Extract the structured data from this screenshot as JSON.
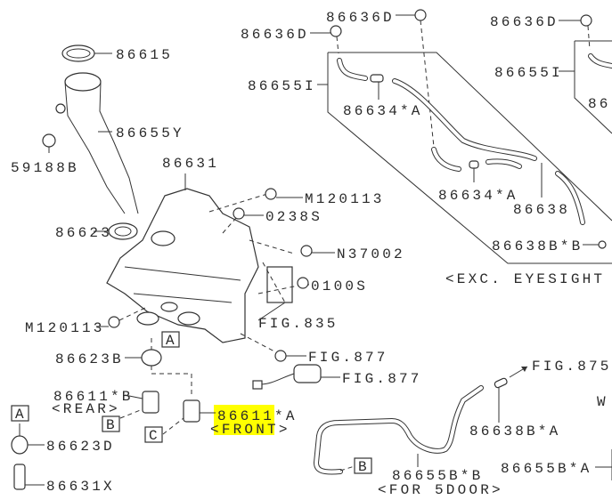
{
  "highlight_color": "#ffff00",
  "labels": {
    "l86615": "86615",
    "l86655Y": "86655Y",
    "l59188B": "59188B",
    "l86631": "86631",
    "l86623": "86623",
    "lM120113a": "M120113",
    "l0238S": "0238S",
    "lN37002": "N37002",
    "l0100S": "0100S",
    "lFIG835": "FIG.835",
    "lM120113b": "M120113",
    "l86623B": "86623B",
    "lFIG877a": "FIG.877",
    "lFIG877b": "FIG.877",
    "l86611B": "86611*B",
    "lREAR": "<REAR>",
    "l86611A_num": "86611",
    "l86611A_suffix": "*A",
    "lFRONT_open": "<",
    "lFRONT": "FRONT",
    "lFRONT_close": ">",
    "l86623D": "86623D",
    "l86631X": "86631X",
    "l86636D_a": "86636D",
    "l86636D_b": "86636D",
    "l86636D_c": "86636D",
    "l86655I_a": "86655I",
    "l86655I_b": "86655I",
    "l86634A_a": "86634*A",
    "l86634A_b": "86634*A",
    "l86638": "86638",
    "l86638BB": "86638B*B",
    "lEXC": "<EXC. EYESIGHT",
    "lFIG875": "FIG.875-",
    "lW": "W",
    "l86638BA": "86638B*A",
    "l86655BB": "86655B*B",
    "lFOR5DOOR": "<FOR 5DOOR>",
    "l86655BA": "86655B*A",
    "l86partial": "86"
  },
  "callouts": {
    "A": "A",
    "B": "B",
    "C": "C"
  }
}
